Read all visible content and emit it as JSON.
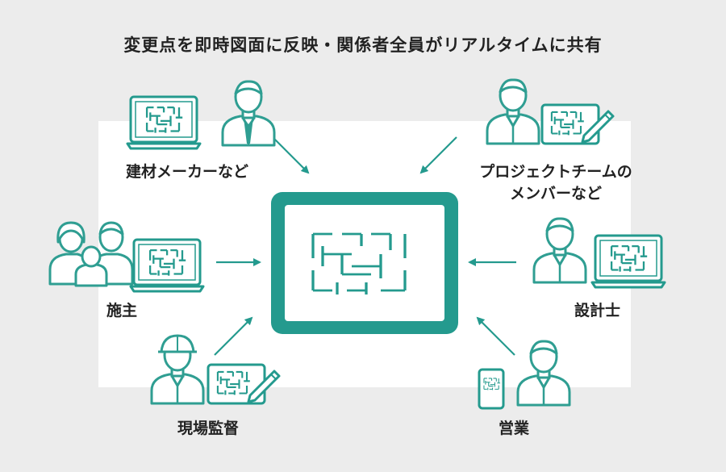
{
  "title": "変更点を即時図面に反映・関係者全員がリアルタイムに共有",
  "stakeholders": {
    "building_material_maker": "建材メーカーなど",
    "project_team_line1": "プロジェクトチームの",
    "project_team_line2": "メンバーなど",
    "client": "施主",
    "architect": "設計士",
    "site_supervisor": "現場監督",
    "sales": "営業"
  },
  "colors": {
    "accent": "#249a8e",
    "person_stroke": "#2f9e92",
    "background": "#ececec",
    "panel": "#ffffff"
  },
  "icons": {
    "center": "floor-plan-tablet-icon",
    "device_laptop": "laptop-floor-plan-icon",
    "device_tablet_pen": "tablet-pen-floor-plan-icon",
    "device_phone": "smartphone-floor-plan-icon"
  }
}
